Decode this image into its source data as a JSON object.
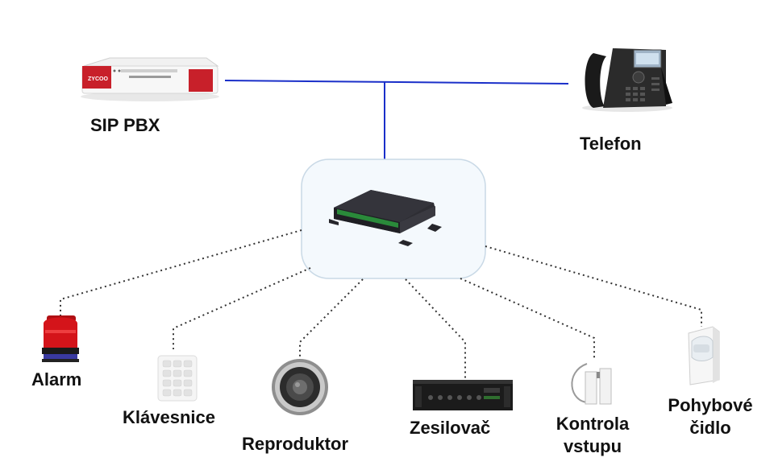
{
  "nodes": {
    "pbx": {
      "label": "SIP PBX",
      "brand_text": "ZYCOO"
    },
    "phone": {
      "label": "Telefon"
    },
    "controller": {
      "label": ""
    },
    "alarm": {
      "label": "Alarm"
    },
    "keypad": {
      "label": "Klávesnice"
    },
    "speaker": {
      "label": "Reproduktor"
    },
    "amplifier": {
      "label": "Zesilovač"
    },
    "access": {
      "label_line1": "Kontrola",
      "label_line2": "vstupu"
    },
    "motion": {
      "label_line1": "Pohybové",
      "label_line2": "čidlo"
    }
  },
  "colors": {
    "network_line": "#1a2fc9",
    "dotted_line": "#333333",
    "hub_fill": "#f4f9fd",
    "hub_stroke": "#c9d9e6",
    "pbx_red": "#c8202a",
    "alarm_red": "#d4141a"
  },
  "icons": {
    "pbx": "pbx-device-icon",
    "phone": "ip-phone-icon",
    "controller": "io-controller-icon",
    "alarm": "alarm-beacon-icon",
    "keypad": "keypad-icon",
    "speaker": "speaker-icon",
    "amplifier": "amplifier-icon",
    "access": "door-sensor-icon",
    "motion": "motion-sensor-icon"
  }
}
